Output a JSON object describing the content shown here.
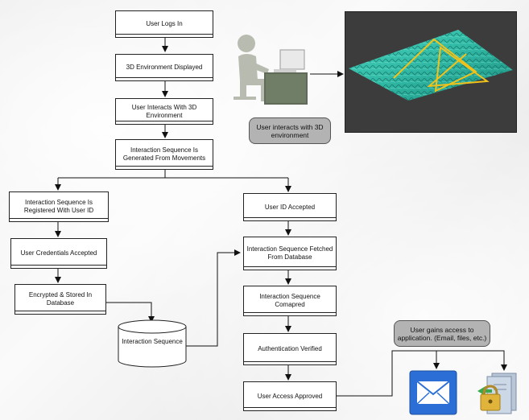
{
  "flow": {
    "user_logs_in": "User Logs In",
    "env_displayed": "3D Environment Displayed",
    "user_interacts": "User Interacts With 3D Environment",
    "sequence_generated": "Interaction Sequence Is Generated From Movements",
    "registered": "Interaction Sequence Is Registered With User ID",
    "credentials_accepted": "User Credentials Accepted",
    "encrypted_stored": "Encrypted & Stored In Database",
    "database": "Interaction Sequence",
    "user_id_accepted": "User ID Accepted",
    "fetched": "Interaction Sequence Fetched From Database",
    "compared": "Interaction Sequence Comapred",
    "auth_verified": "Authentication Verified",
    "access_approved": "User Access Approved"
  },
  "callouts": {
    "interacts": "User interacts with 3D environment",
    "gains_access": "User gains access to application. (Email, files, etc.)"
  },
  "icons": [
    "user-at-computer-icon",
    "3d-terrain-screenshot",
    "email-envelope-icon",
    "locked-files-icon"
  ],
  "colors": {
    "terrain": "#2fb7a3",
    "trace": "#f2c21b",
    "envelope": "#2b6fd6",
    "figure": "#b8bcb0"
  }
}
